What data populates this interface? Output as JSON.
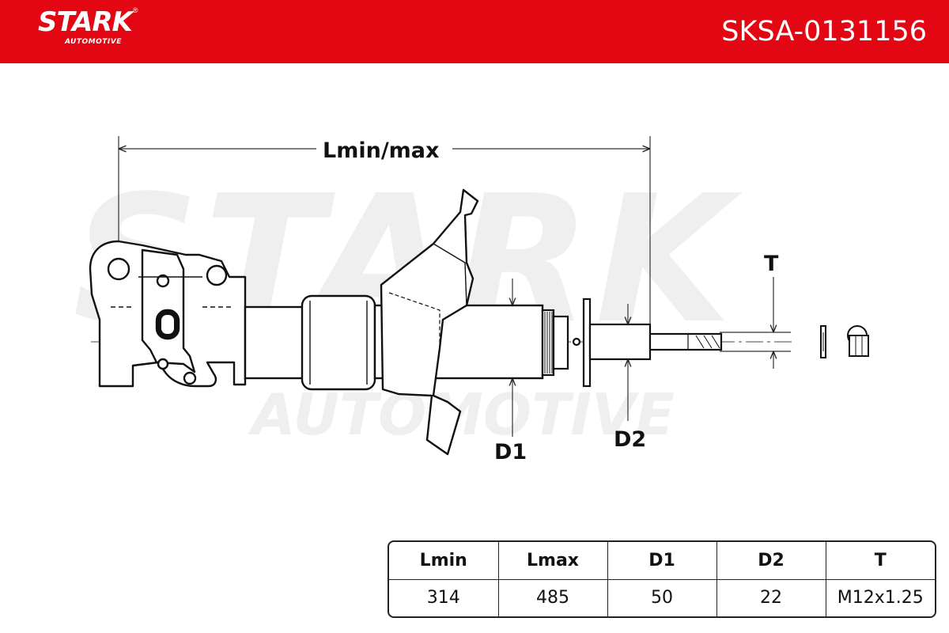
{
  "brand": {
    "name": "STARK",
    "registered": "®",
    "tagline": "AUTOMOTIVE",
    "color": "#e30613"
  },
  "part_number": "SKSA-0131156",
  "watermark": {
    "main": "STARK",
    "sub": "AUTOMOTIVE"
  },
  "dimension_labels": {
    "length": "Lmin/max",
    "d1": "D1",
    "d2": "D2",
    "thread": "T"
  },
  "spec_table": {
    "headers": [
      "Lmin",
      "Lmax",
      "D1",
      "D2",
      "T"
    ],
    "values": [
      "314",
      "485",
      "50",
      "22",
      "M12x1.25"
    ]
  }
}
